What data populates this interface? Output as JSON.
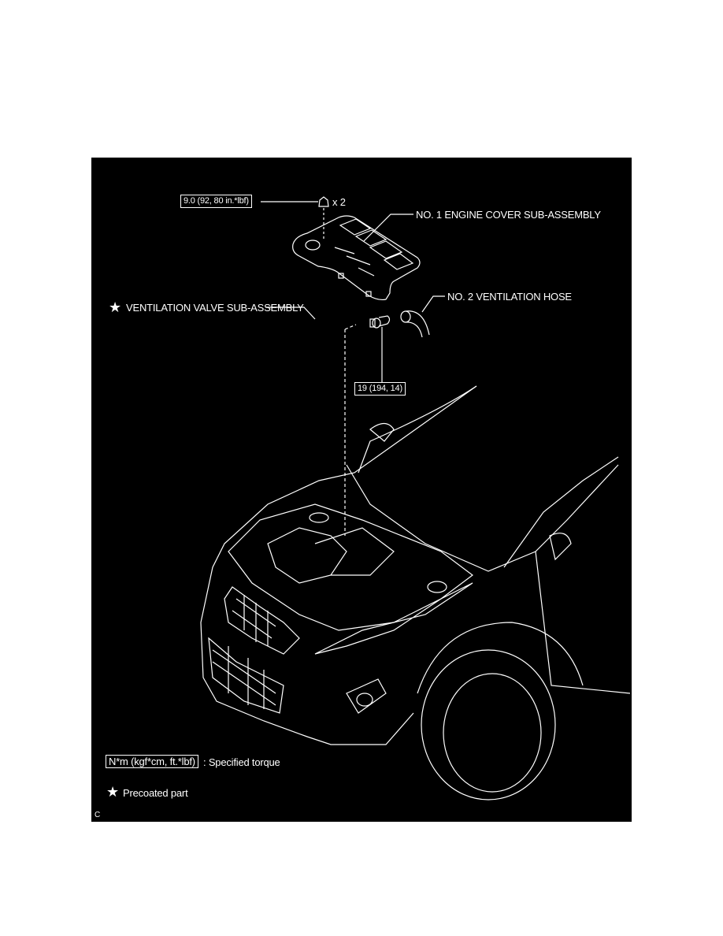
{
  "diagram": {
    "cover_torque": "9.0 (92, 80 in.*lbf)",
    "nut_quantity": "x 2",
    "engine_cover_label": "NO. 1 ENGINE COVER SUB-ASSEMBLY",
    "hose_label": "NO. 2 VENTILATION HOSE",
    "valve_label": "VENTILATION VALVE SUB-ASSEMBLY",
    "valve_torque": "19 (194, 14)",
    "precoated_symbol": "★"
  },
  "legend": {
    "torque_unit": "N*m (kgf*cm, ft.*lbf)",
    "torque_desc": ": Specified torque",
    "precoated_symbol": "★",
    "precoated_desc": "Precoated part"
  },
  "figure_code": "C"
}
